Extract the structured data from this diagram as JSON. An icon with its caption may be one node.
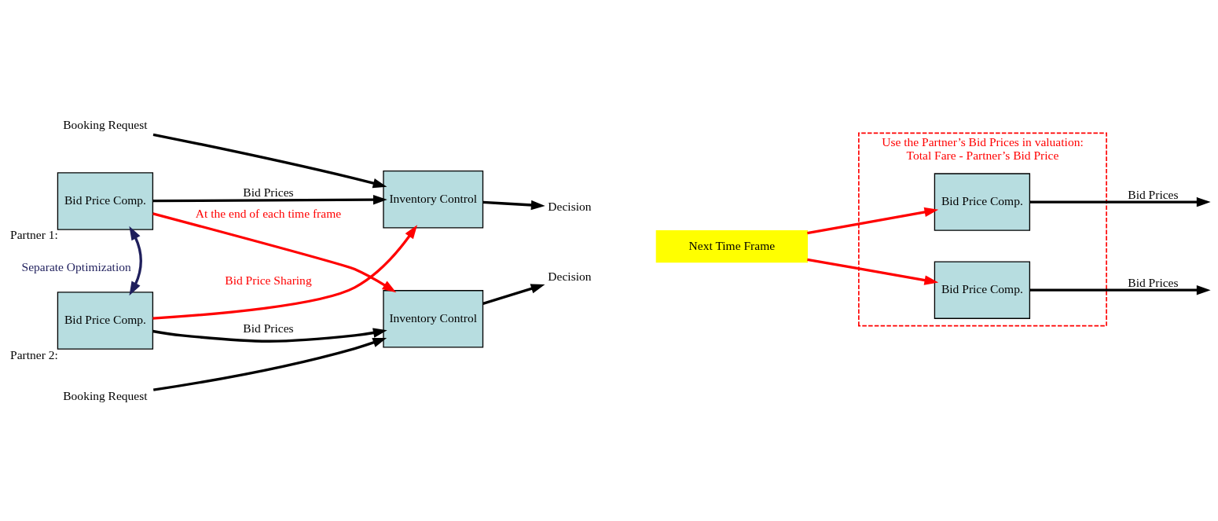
{
  "diagram": {
    "nodes": [
      {
        "text": [
          "Bid Price Comp."
        ],
        "beside": [
          "Partner 1:"
        ]
      },
      {
        "text": [
          "Inventory Control"
        ]
      },
      {
        "text": [
          "Booking Request"
        ]
      },
      {
        "text": [
          "Decision"
        ]
      },
      {
        "text": [
          "Bid Price Comp."
        ],
        "beside": [
          "Partner 2:"
        ]
      },
      {
        "text": [
          "Inventory Control"
        ]
      },
      {
        "text": [
          "Booking Request"
        ]
      },
      {
        "text": [
          "Decision"
        ]
      },
      {
        "text": [
          "Use the Partner’s Bid Prices in valuation:",
          "Total Fare - Partner’s Bid Price"
        ]
      },
      {
        "text": [
          "Bid Price Comp."
        ],
        "in": 8
      },
      {
        "text": [
          "Bid Price Comp."
        ],
        "in": 8
      },
      {
        "text": [
          "Next Time Frame"
        ]
      }
    ],
    "edges": [
      {
        "from": 0,
        "to": 1,
        "arrow": "to",
        "label": "Bid Prices"
      },
      {
        "from": 2,
        "to": 1,
        "arrow": "to"
      },
      {
        "from": 1,
        "to": 3,
        "arrow": "to"
      },
      {
        "from": 4,
        "to": 5,
        "arrow": "to",
        "label": "Bid Prices"
      },
      {
        "from": 6,
        "to": 5,
        "arrow": "to"
      },
      {
        "from": 5,
        "to": 7,
        "arrow": "to"
      },
      {
        "from": 0,
        "to": 5,
        "arrow": "to",
        "label": "At the end of each time frame",
        "color": "#ff0000"
      },
      {
        "from": 4,
        "to": 1,
        "arrow": "to",
        "label": "Bid Price Sharing",
        "color": "#ff0000"
      },
      {
        "from": 4,
        "to": 0,
        "arrow": "both",
        "label": "Separate Optimization",
        "color": "#1f1f5c"
      },
      {
        "from": 11,
        "to": 9,
        "arrow": "to",
        "color": "#ff0000"
      },
      {
        "from": 11,
        "to": 10,
        "arrow": "to",
        "color": "#ff0000"
      },
      {
        "from": 9,
        "to": null,
        "arrow": "to",
        "label": "Bid Prices"
      },
      {
        "from": 10,
        "to": null,
        "arrow": "to",
        "label": "Bid Prices"
      }
    ]
  }
}
